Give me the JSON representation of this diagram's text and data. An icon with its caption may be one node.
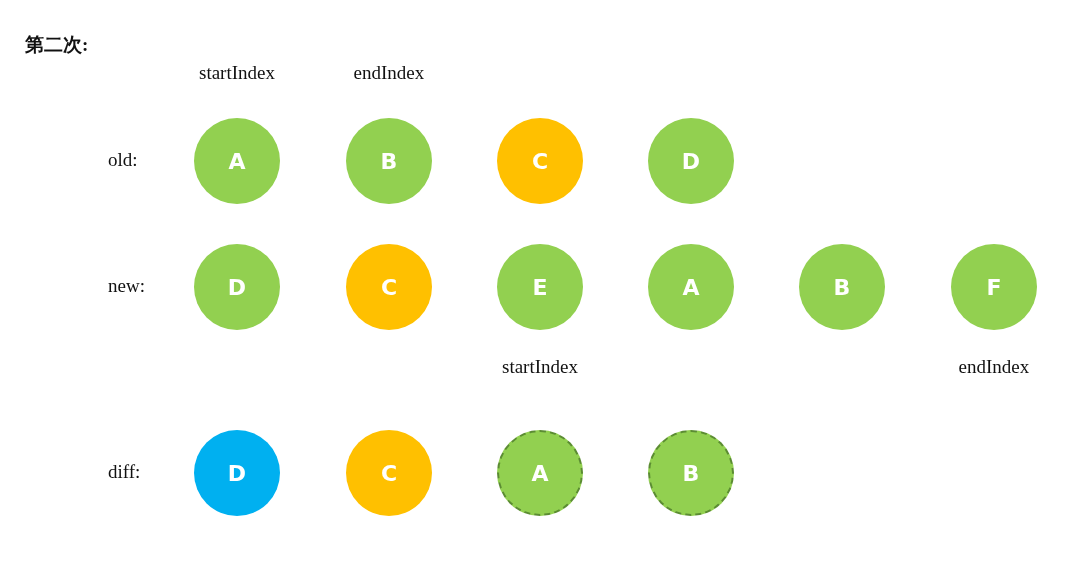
{
  "diagram": {
    "title": "第二次:",
    "nodes": [
      {
        "text": [
          "A"
        ],
        "beside": [
          "startIndex"
        ]
      },
      {
        "text": [
          "B"
        ],
        "beside": [
          "endIndex"
        ]
      },
      {
        "text": [
          "C"
        ]
      },
      {
        "text": [
          "D"
        ]
      },
      {
        "text": [
          "D"
        ]
      },
      {
        "text": [
          "C"
        ]
      },
      {
        "text": [
          "E"
        ],
        "beside": [
          "startIndex"
        ]
      },
      {
        "text": [
          "A"
        ]
      },
      {
        "text": [
          "B"
        ]
      },
      {
        "text": [
          "F"
        ],
        "beside": [
          "endIndex"
        ]
      },
      {
        "text": [
          "D"
        ]
      },
      {
        "text": [
          "C"
        ]
      },
      {
        "text": [
          "A"
        ]
      },
      {
        "text": [
          "B"
        ]
      }
    ],
    "labels": [
      "old:",
      "new:",
      "diff:"
    ]
  }
}
